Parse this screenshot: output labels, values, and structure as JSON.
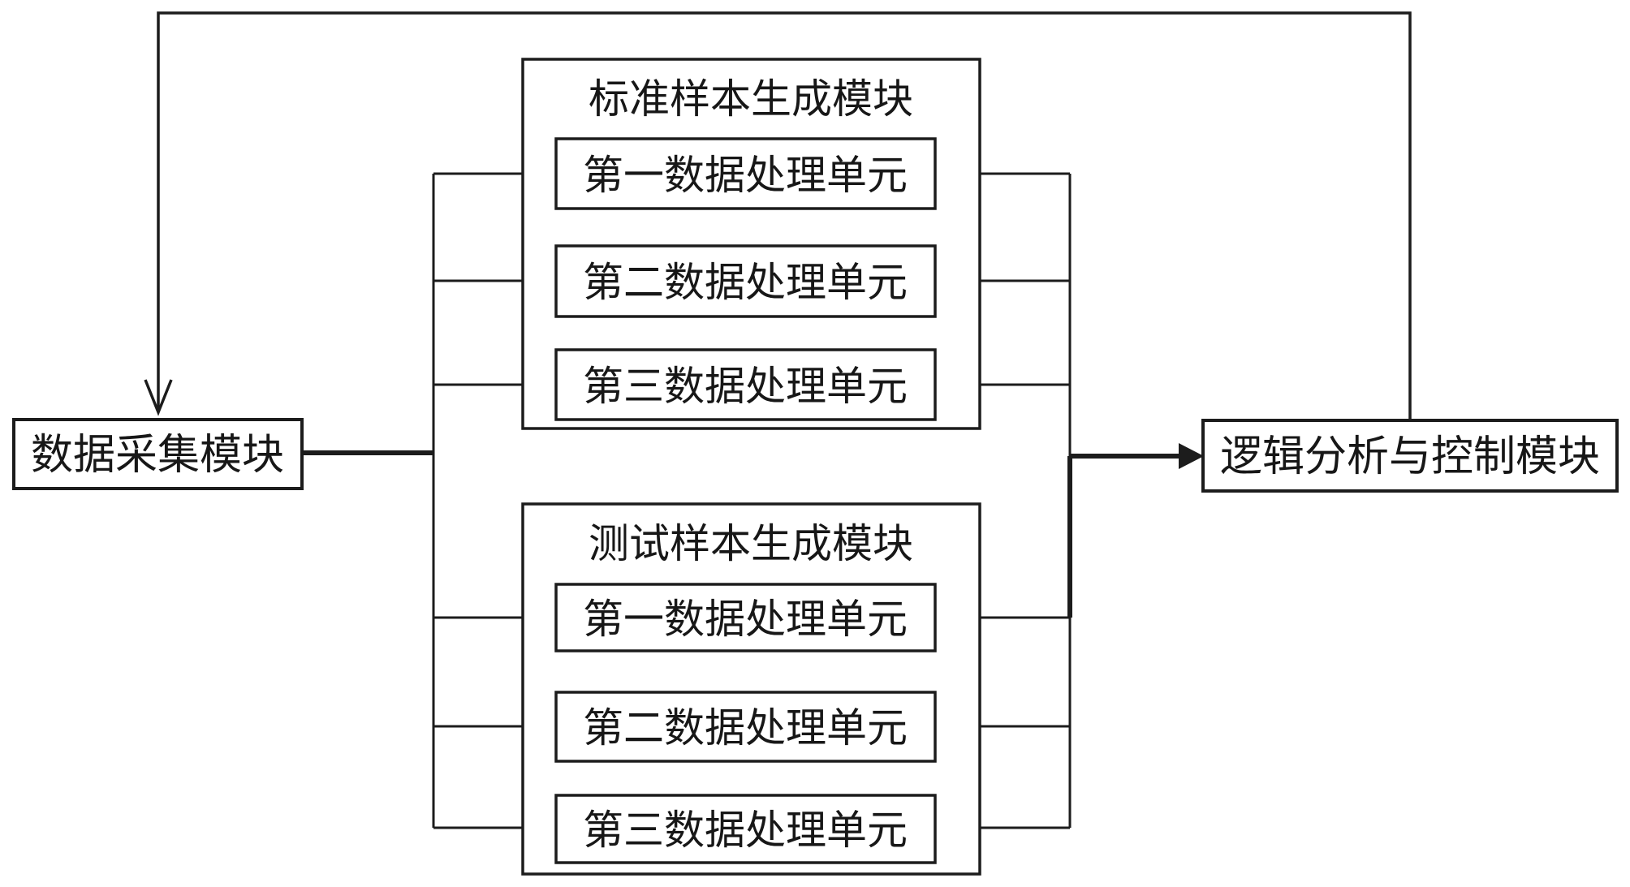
{
  "diagram": {
    "type": "block-diagram",
    "background_color": "#ffffff",
    "line_color": "#1c1c1c",
    "text_color": "#171717",
    "modules": {
      "data_collection": {
        "label": "数据采集模块"
      },
      "logic_control": {
        "label": "逻辑分析与控制模块"
      }
    },
    "standard_group": {
      "title": "标准样本生成模块",
      "units": [
        {
          "label": "第一数据处理单元"
        },
        {
          "label": "第二数据处理单元"
        },
        {
          "label": "第三数据处理单元"
        }
      ]
    },
    "test_group": {
      "title": "测试样本生成模块",
      "units": [
        {
          "label": "第一数据处理单元"
        },
        {
          "label": "第二数据处理单元"
        },
        {
          "label": "第三数据处理单元"
        }
      ]
    }
  }
}
